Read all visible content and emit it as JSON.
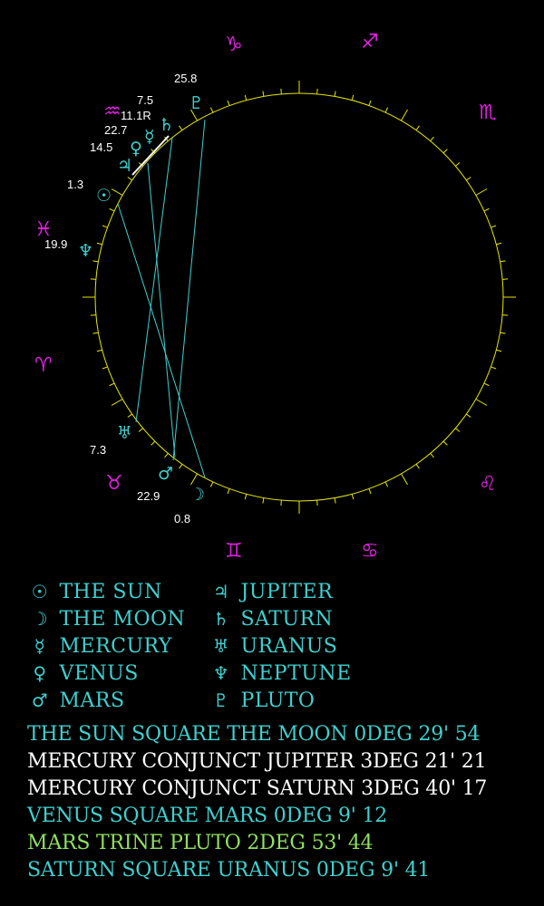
{
  "colors": {
    "background": "#000000",
    "wheel": "#e6e600",
    "planet": "#3fd0d0",
    "sign": "#e020e0",
    "label": "#ffffff",
    "aspect_line": "#3fd0d0"
  },
  "signs": [
    {
      "name": "capricorn",
      "glyph": "♑"
    },
    {
      "name": "sagittarius",
      "glyph": "♐"
    },
    {
      "name": "scorpio",
      "glyph": "♏"
    },
    {
      "name": "aquarius",
      "glyph": "♒"
    },
    {
      "name": "pisces",
      "glyph": "♓"
    },
    {
      "name": "aries",
      "glyph": "♈"
    },
    {
      "name": "taurus",
      "glyph": "♉"
    },
    {
      "name": "gemini",
      "glyph": "♊"
    },
    {
      "name": "cancer",
      "glyph": "♋"
    },
    {
      "name": "leo",
      "glyph": "♌"
    }
  ],
  "planets": [
    {
      "name": "pluto",
      "glyph": "♇",
      "degree": "25.8"
    },
    {
      "name": "saturn",
      "glyph": "♄",
      "degree": "7.5"
    },
    {
      "name": "aquarius-retro",
      "glyph": "",
      "degree": "11.1R"
    },
    {
      "name": "mercury",
      "glyph": "☿",
      "degree": "22.7"
    },
    {
      "name": "venus",
      "glyph": "♀",
      "degree": "14.5"
    },
    {
      "name": "jupiter",
      "glyph": "♃",
      "degree": ""
    },
    {
      "name": "sun",
      "glyph": "☉",
      "degree": "1.3"
    },
    {
      "name": "neptune",
      "glyph": "♆",
      "degree": "19.9"
    },
    {
      "name": "uranus",
      "glyph": "♅",
      "degree": "7.3"
    },
    {
      "name": "mars",
      "glyph": "♂",
      "degree": "22.9"
    },
    {
      "name": "moon",
      "glyph": "☽",
      "degree": "0.8"
    }
  ],
  "legend": [
    {
      "symbol": "☉",
      "label": " THE SUN"
    },
    {
      "symbol": "☽",
      "label": "THE MOON"
    },
    {
      "symbol": "☿",
      "label": "MERCURY"
    },
    {
      "symbol": "♀",
      "label": "VENUS"
    },
    {
      "symbol": "♂",
      "label": "MARS"
    },
    {
      "symbol": "♃",
      "label": "JUPITER"
    },
    {
      "symbol": "♄",
      "label": "SATURN"
    },
    {
      "symbol": "♅",
      "label": "URANUS"
    },
    {
      "symbol": "♆",
      "label": "NEPTUNE"
    },
    {
      "symbol": "♇",
      "label": "PLUTO"
    }
  ],
  "aspects": [
    {
      "text": " THE SUN SQUARE THE MOON 0DEG 29' 54",
      "color": "#3fd0d0"
    },
    {
      "text": "MERCURY CONJUNCT JUPITER 3DEG 21' 21",
      "color": "#ffffff"
    },
    {
      "text": "MERCURY CONJUNCT SATURN 3DEG 40' 17",
      "color": "#ffffff"
    },
    {
      "text": "VENUS SQUARE MARS 0DEG 9' 12",
      "color": "#3fd0d0"
    },
    {
      "text": "MARS TRINE PLUTO 2DEG 53' 44",
      "color": "#90e060"
    },
    {
      "text": "SATURN SQUARE URANUS 0DEG 9' 41",
      "color": "#3fd0d0"
    }
  ]
}
